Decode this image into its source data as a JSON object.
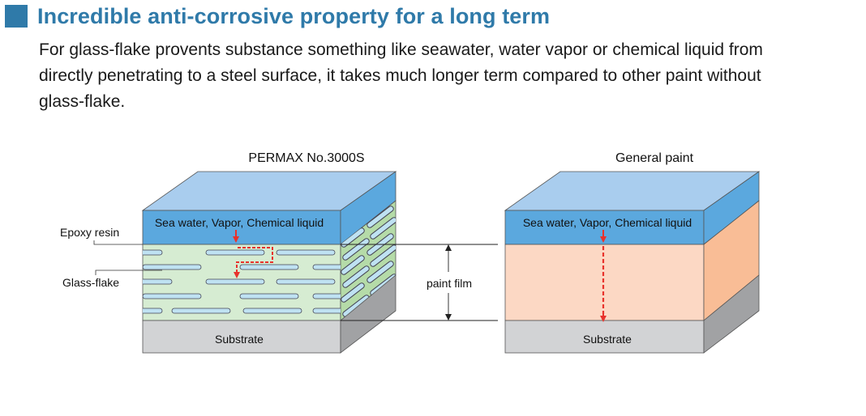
{
  "heading": {
    "title": "Incredible anti-corrosive property for a long term"
  },
  "intro": {
    "line1": "For glass-flake provents substance something like seawater, water vapor or chemical liquid from",
    "line2": "directly penetrating to a steel surface, it takes much longer  term compared to other paint without",
    "line3": "glass-flake."
  },
  "diagram": {
    "left_title": "PERMAX No.3000S",
    "right_title": "General paint",
    "left_top_label": "Sea water, Vapor, Chemical liquid",
    "right_top_label": "Sea water, Vapor, Chemical liquid",
    "left_substrate": "Substrate",
    "right_substrate": "Substrate",
    "callout_epoxy": "Epoxy resin",
    "callout_glass": "Glass-flake",
    "paint_film": "paint film"
  },
  "colors": {
    "heading": "#2f7aa9",
    "water_front": "#5ba8de",
    "water_top": "#a9cdee",
    "resin_front": "#d6ecd2",
    "resin_side": "#b5dba8",
    "flake": "#bfe2f2",
    "general_paint_front": "#fcd8c4",
    "general_paint_side": "#f9bd96",
    "substrate_front": "#d2d3d5",
    "substrate_side": "#a1a2a4",
    "arrow": "#e8322c"
  }
}
